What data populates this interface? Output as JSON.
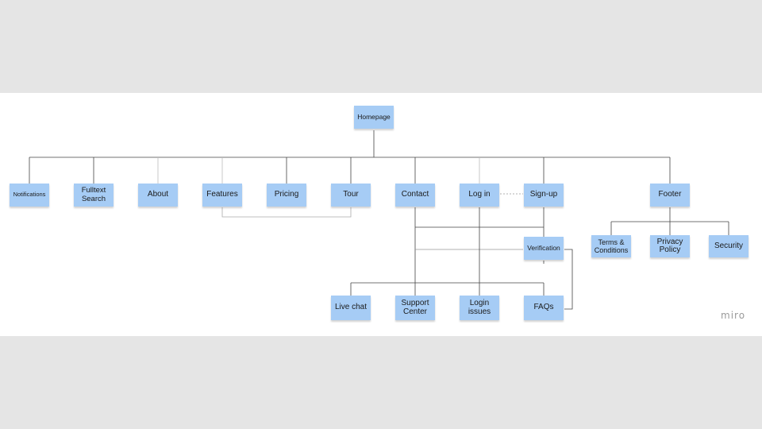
{
  "sitemap": {
    "root": "Homepage",
    "main_pages": {
      "notifications": "Notifications",
      "fulltext_search": "Fulltext\nSearch",
      "about": "About",
      "features": "Features",
      "pricing": "Pricing",
      "tour": "Tour",
      "contact": "Contact",
      "log_in": "Log in",
      "sign_up": "Sign-up",
      "footer": "Footer"
    },
    "footer_pages": {
      "terms": "Terms &\nConditions",
      "privacy": "Privacy\nPolicy",
      "security": "Security"
    },
    "flow_pages": {
      "verification": "Verification",
      "live_chat": "Live chat",
      "support_center": "Support\nCenter",
      "login_issues": "Login\nissues",
      "faqs": "FAQs"
    }
  },
  "colors": {
    "canvas": "#e5e5e5",
    "board": "#ffffff",
    "sticky_note": "#a6ccf5",
    "connector": "#444444",
    "watermark": "#9a9a9a"
  },
  "watermark": "miro"
}
